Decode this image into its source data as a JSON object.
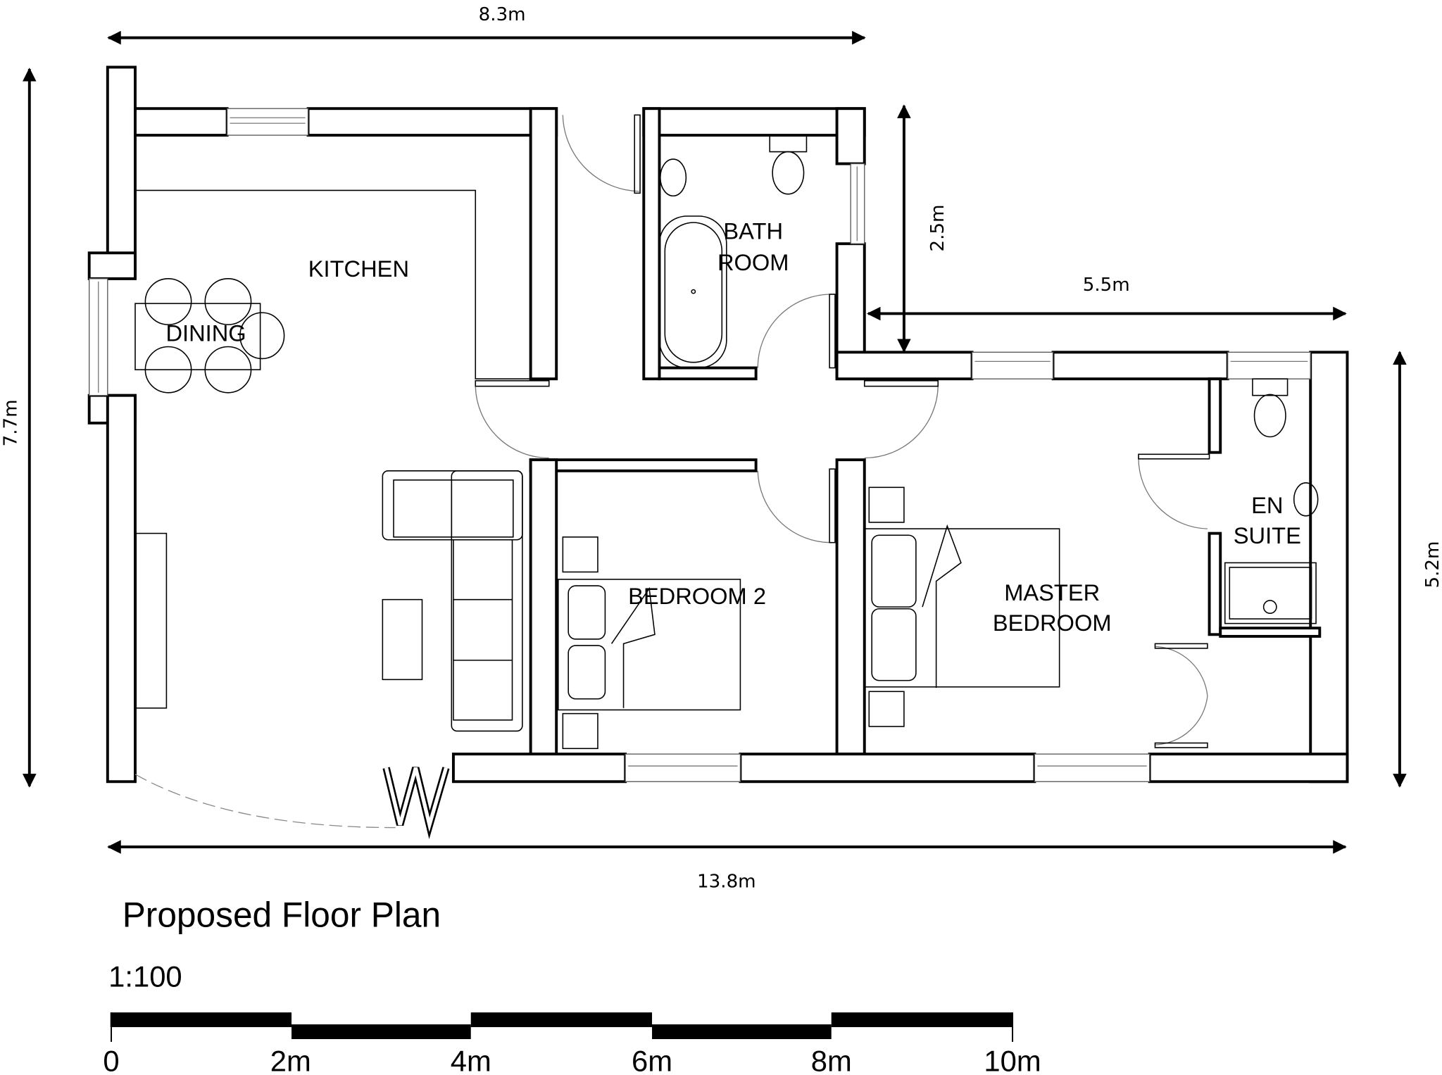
{
  "title": "Proposed Floor Plan",
  "scale_ratio": "1:100",
  "rooms": {
    "kitchen": "KITCHEN",
    "dining": "DINING",
    "bathroom_line1": "BATH",
    "bathroom_line2": "ROOM",
    "bedroom2": "BEDROOM 2",
    "master_line1": "MASTER",
    "master_line2": "BEDROOM",
    "ensuite_line1": "EN",
    "ensuite_line2": "SUITE"
  },
  "dimensions": {
    "top_width": "8.3m",
    "left_height": "7.7m",
    "bath_height": "2.5m",
    "right_width": "5.5m",
    "right_height": "5.2m",
    "bottom_width": "13.8m"
  },
  "scale_bar": {
    "ticks": [
      "0",
      "2m",
      "4m",
      "6m",
      "8m",
      "10m"
    ]
  }
}
